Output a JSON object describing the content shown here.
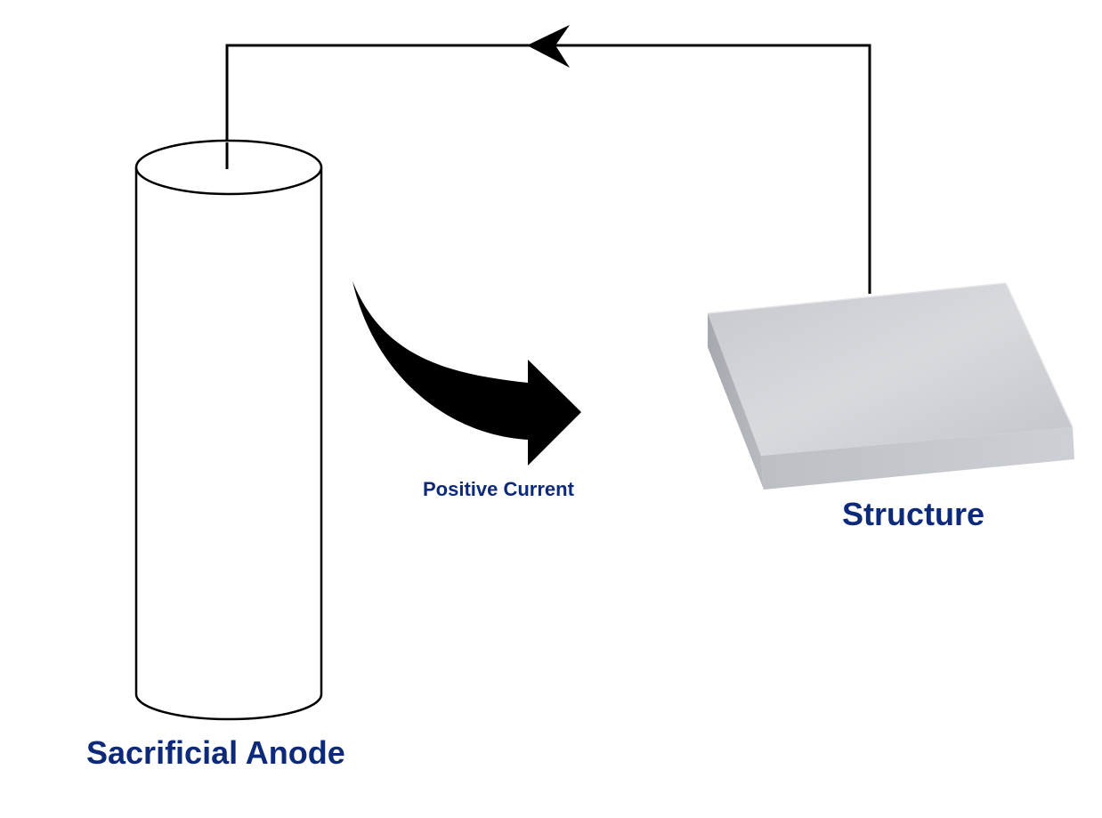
{
  "labels": {
    "anode": "Sacrificial Anode",
    "current": "Positive Current",
    "structure": "Structure"
  },
  "colors": {
    "label_text": "#0d2a7a",
    "line": "#000000",
    "plate_light": "#d4d6da",
    "plate_mid": "#bfc1c6",
    "plate_dark": "#9fa2a8"
  },
  "icons": {
    "current_arrow": "curved-arrow-icon",
    "wire_arrow": "arrowhead-left-icon"
  }
}
